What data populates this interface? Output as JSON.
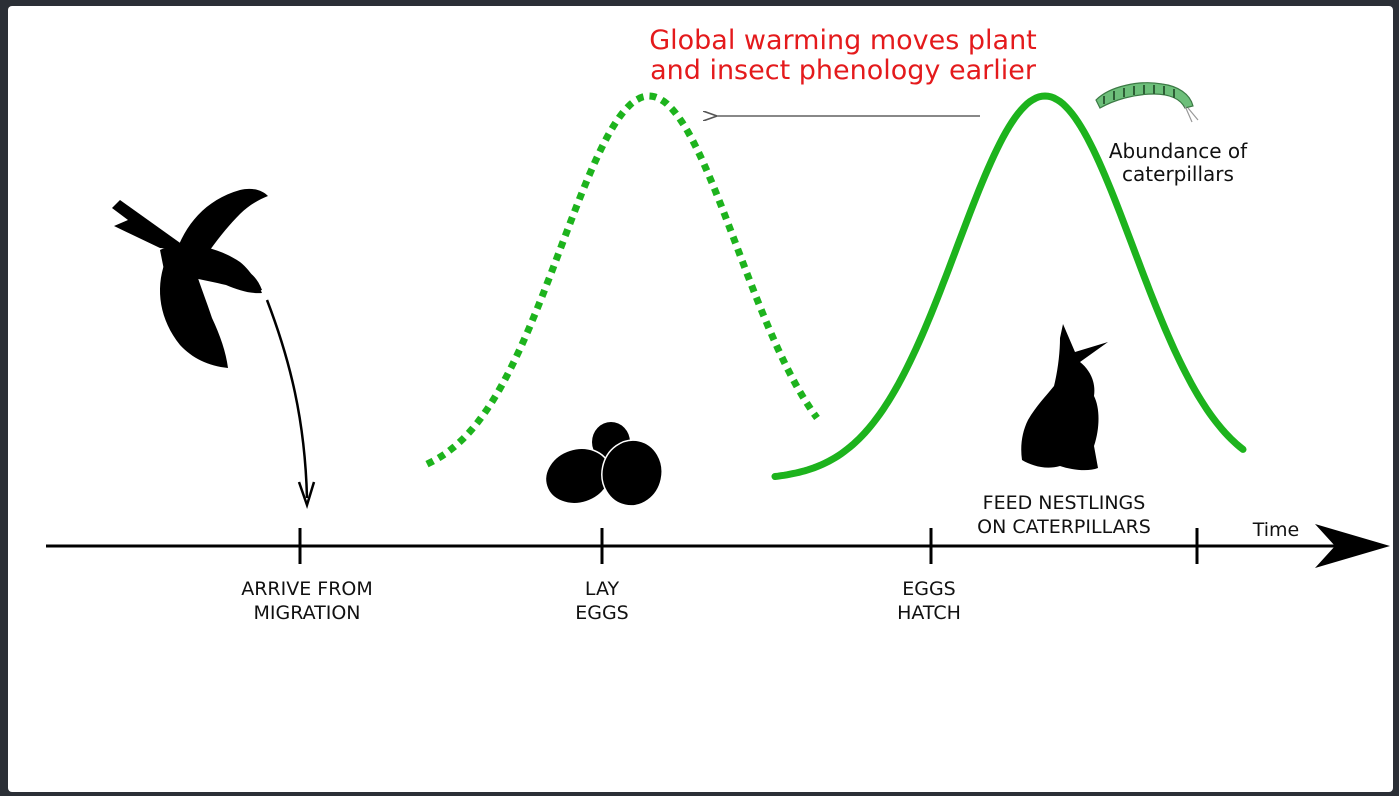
{
  "title": {
    "line1": "Global warming moves plant",
    "line2": "and insect phenology earlier",
    "color": "#e41a1c"
  },
  "curve_label": {
    "line1": "Abundance of",
    "line2": "caterpillars"
  },
  "axis_label": "Time",
  "timeline": {
    "arrive": {
      "line1": "ARRIVE FROM",
      "line2": "MIGRATION"
    },
    "lay": {
      "line1": "LAY",
      "line2": "EGGS"
    },
    "hatch": {
      "line1": "EGGS",
      "line2": "HATCH"
    },
    "feed": {
      "line1": "FEED NESTLINGS",
      "line2": "ON CATERPILLARS"
    }
  },
  "colors": {
    "curve": "#1db31d",
    "axis": "#000000",
    "shift_arrow": "#888888"
  },
  "icons": [
    "flying-bird-icon",
    "eggs-icon",
    "nestling-icon",
    "caterpillar-icon"
  ]
}
